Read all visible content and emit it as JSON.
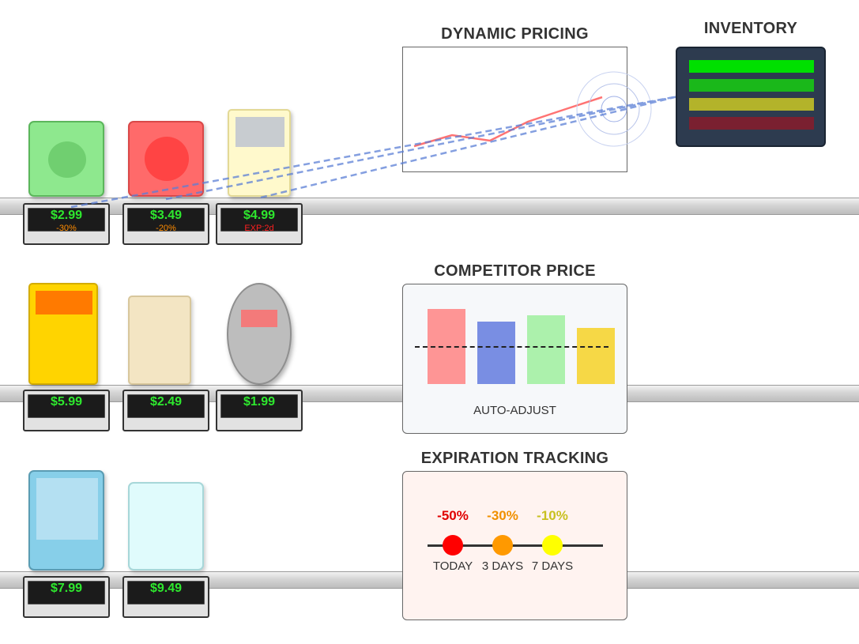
{
  "rows": [
    {
      "tags": [
        {
          "price": "$2.99",
          "sub": "-30%",
          "sub_color": "#ff8c00"
        },
        {
          "price": "$3.49",
          "sub": "-20%",
          "sub_color": "#ff8c00"
        },
        {
          "price": "$4.99",
          "sub": "EXP:2d",
          "sub_color": "#ff2020"
        }
      ]
    },
    {
      "tags": [
        {
          "price": "$5.99"
        },
        {
          "price": "$2.49"
        },
        {
          "price": "$1.99"
        }
      ]
    },
    {
      "tags": [
        {
          "price": "$7.99"
        },
        {
          "price": "$9.49"
        }
      ]
    }
  ],
  "dynamic_pricing": {
    "title": "DYNAMIC PRICING",
    "trend_color": "#ff5a5a"
  },
  "inventory": {
    "title": "INVENTORY",
    "bar_colors": [
      "#00e000",
      "#1ab81a",
      "#b3b32a",
      "#7a2030"
    ]
  },
  "competitor": {
    "title": "COMPETITOR PRICE",
    "bar_colors": [
      "#ff8a8a",
      "#6b82e0",
      "#a8f0a8",
      "#f5d63c"
    ],
    "label": "AUTO-ADJUST"
  },
  "expiration": {
    "title": "EXPIRATION TRACKING",
    "discounts": [
      {
        "pct": "-50%",
        "label": "TODAY",
        "color": "#e00000",
        "dot": "#ff0000"
      },
      {
        "pct": "-30%",
        "label": "3 DAYS",
        "color": "#f09000",
        "dot": "#ff9900"
      },
      {
        "pct": "-10%",
        "label": "7 DAYS",
        "color": "#c8c020",
        "dot": "#ffff00"
      }
    ]
  },
  "colors": {
    "connector": "#5b7fd6",
    "shelf": "#d4d4d4",
    "price_text": "#2ee82e"
  }
}
